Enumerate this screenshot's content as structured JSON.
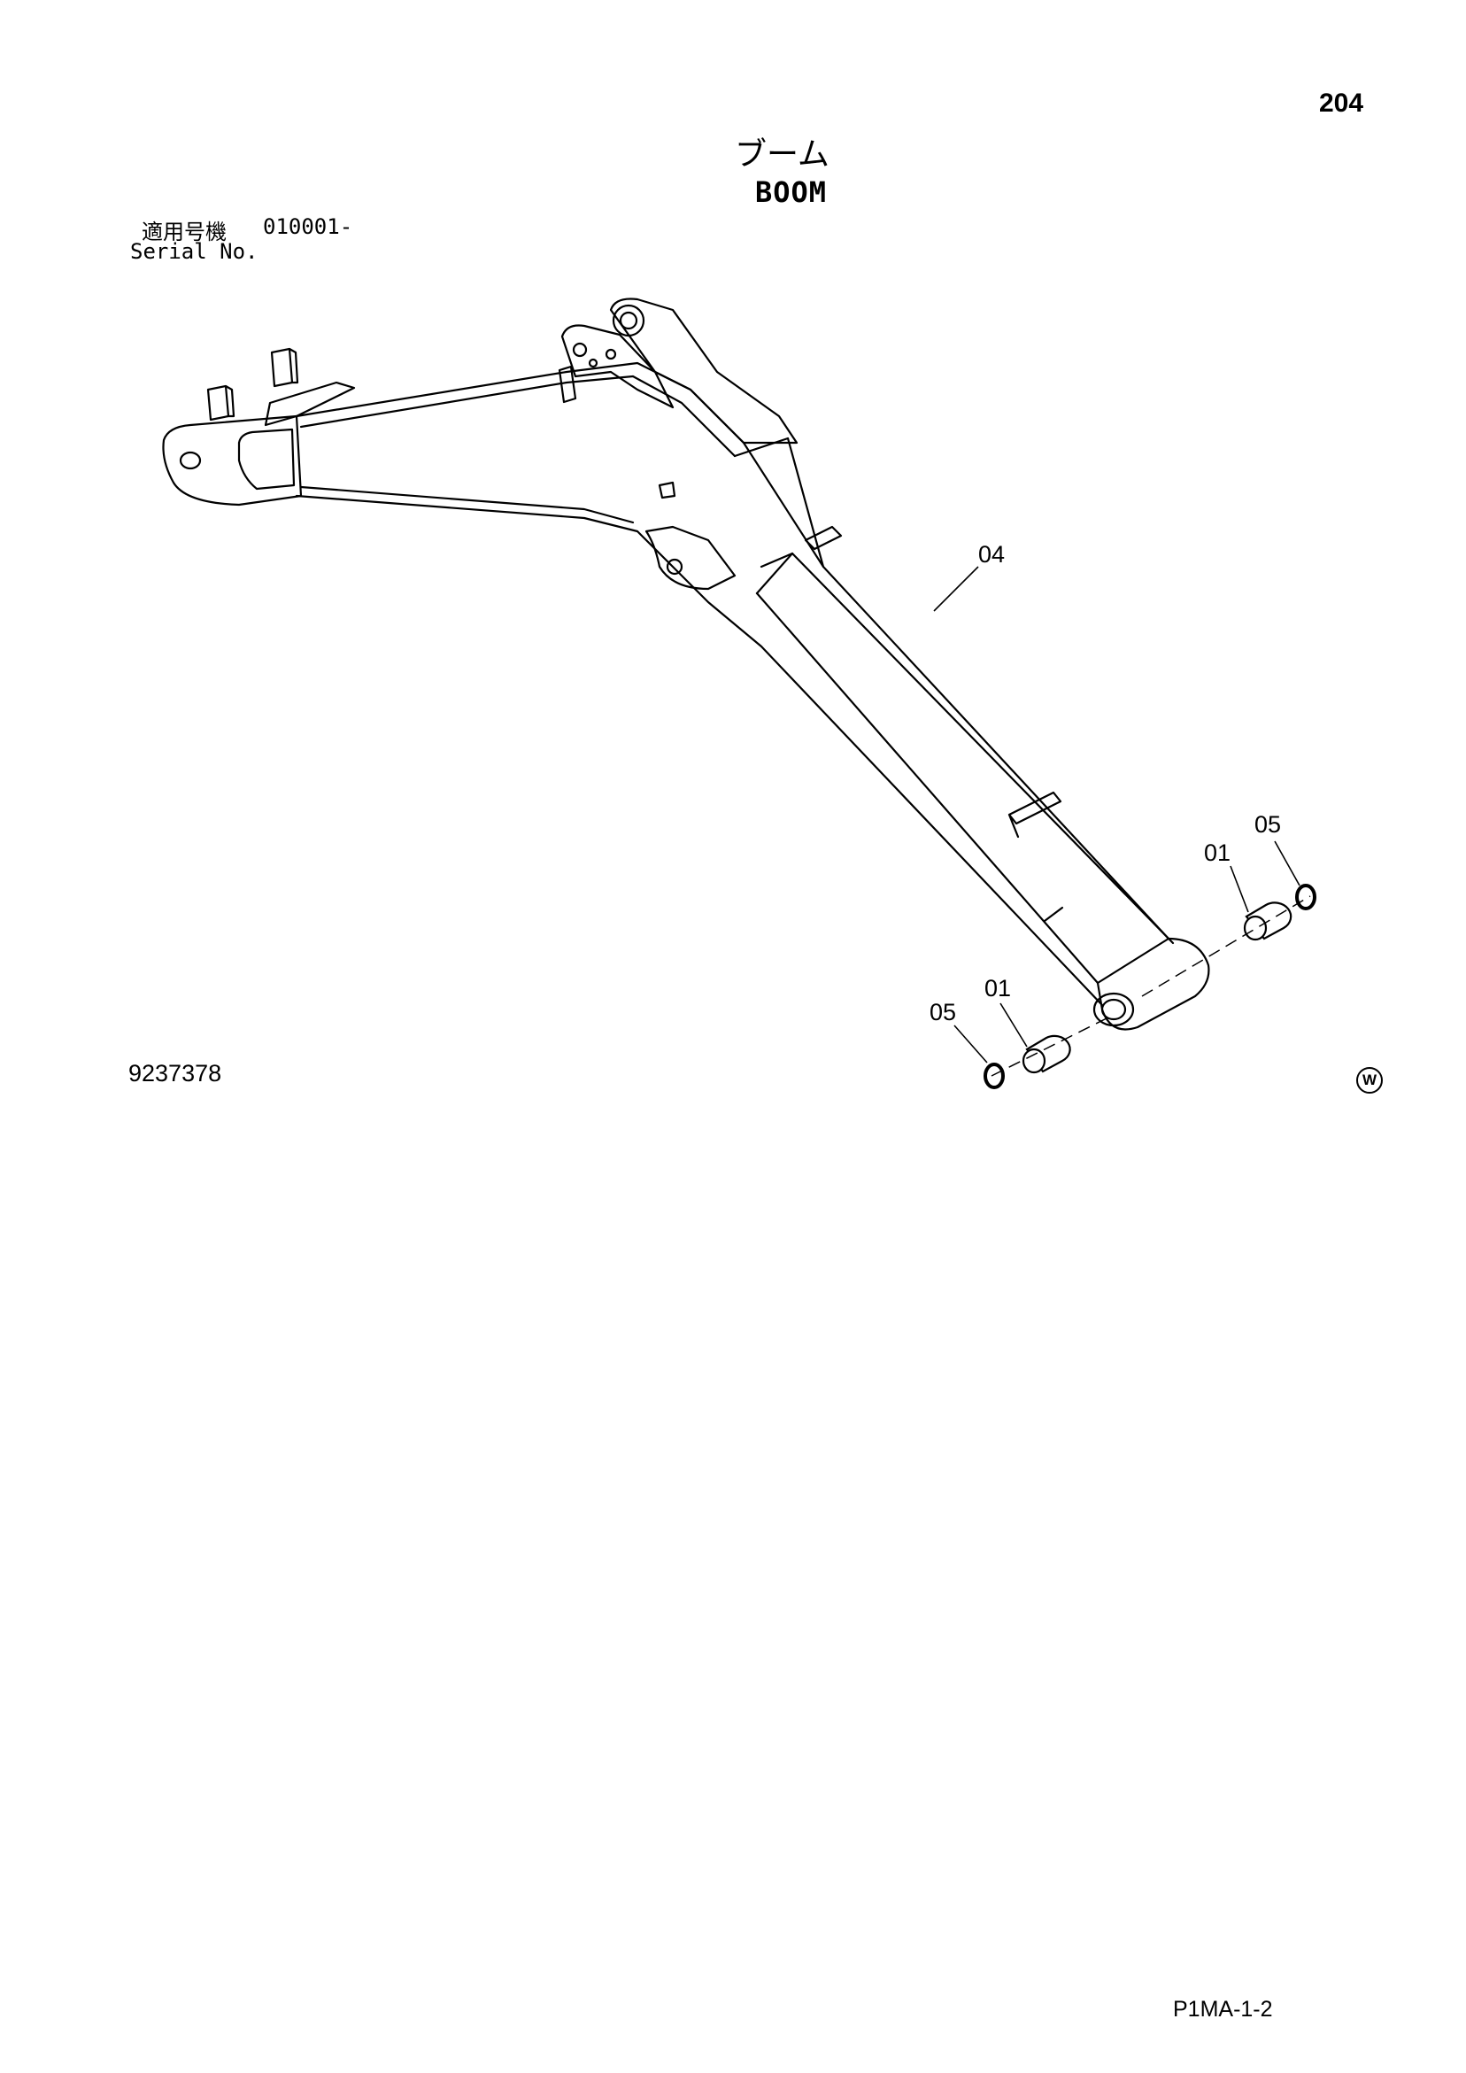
{
  "page_number": "204",
  "title_jp": "ブーム",
  "title_en": "BOOM",
  "serial": {
    "label_jp": "適用号機",
    "value": "010001-",
    "label_en": "Serial No."
  },
  "drawing_number": "9237378",
  "watermark_symbol": "W",
  "page_code": "P1MA-1-2",
  "callouts": {
    "c04": "04",
    "c01_upper": "01",
    "c05_upper": "05",
    "c01_lower": "01",
    "c05_lower": "05"
  }
}
